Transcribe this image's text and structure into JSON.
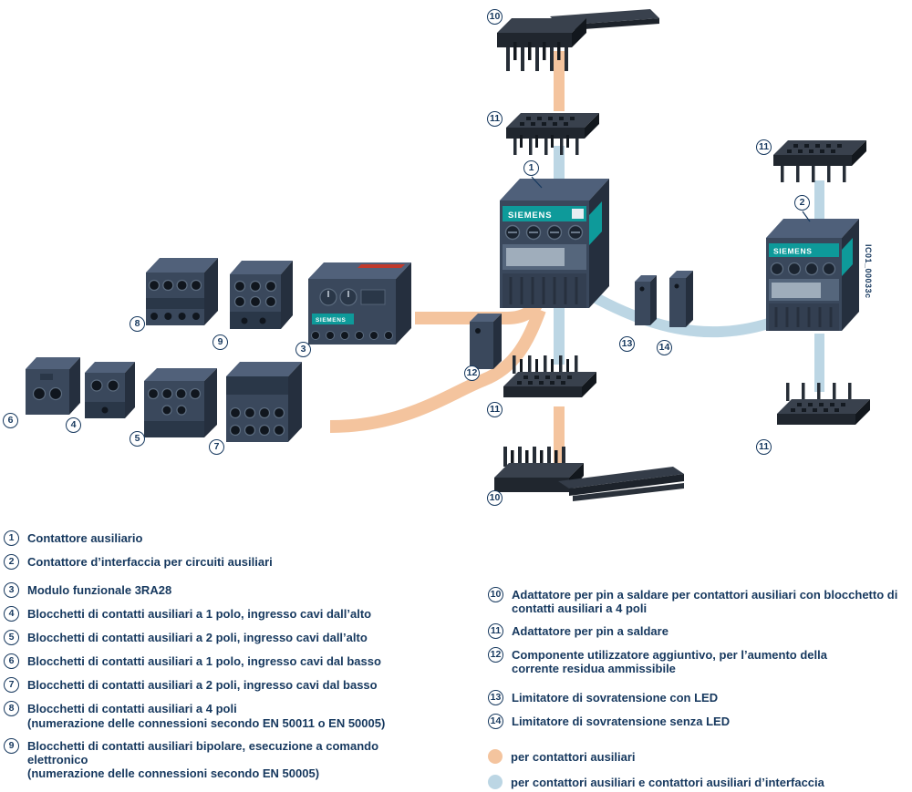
{
  "diagram": {
    "brand": "SIEMENS",
    "watermark": "IC01_00033c",
    "callouts": {
      "c1": "1",
      "c2": "2",
      "c3": "3",
      "c4": "4",
      "c5": "5",
      "c6": "6",
      "c7": "7",
      "c8": "8",
      "c9": "9",
      "c10": "10",
      "c11": "11",
      "c12": "12",
      "c13": "13",
      "c14": "14"
    }
  },
  "legend_left": [
    {
      "num": "1",
      "text": "Contattore ausiliario"
    },
    {
      "num": "2",
      "text": "Contattore d’interfaccia per circuiti ausiliari"
    },
    {
      "num": "3",
      "text": "Modulo funzionale 3RA28"
    },
    {
      "num": "4",
      "text": "Blocchetti di contatti ausiliari a 1 polo, ingresso cavi dall’alto"
    },
    {
      "num": "5",
      "text": "Blocchetti di contatti ausiliari a 2 poli, ingresso cavi dall’alto"
    },
    {
      "num": "6",
      "text": "Blocchetti di contatti ausiliari a 1 polo, ingresso cavi dal basso"
    },
    {
      "num": "7",
      "text": "Blocchetti di contatti ausiliari a 2 poli, ingresso cavi dal basso"
    },
    {
      "num": "8",
      "text": "Blocchetti di contatti ausiliari a 4 poli",
      "line2": "(numerazione delle connessioni secondo EN 50011 o EN 50005)"
    },
    {
      "num": "9",
      "text": "Blocchetti di contatti ausiliari bipolare, esecuzione a comando elettronico",
      "line2": "(numerazione delle connessioni secondo EN 50005)"
    }
  ],
  "legend_right": [
    {
      "num": "10",
      "text": "Adattatore per pin a saldare per contattori ausiliari con blocchetto di contatti ausiliari a 4 poli"
    },
    {
      "num": "11",
      "text": "Adattatore per pin a saldare"
    },
    {
      "num": "12",
      "text": "Componente utilizzatore aggiuntivo, per l’aumento della corrente residua ammissibile"
    },
    {
      "num": "13",
      "text": "Limitatore di sovratensione con LED"
    },
    {
      "num": "14",
      "text": "Limitatore di sovratensione senza LED"
    }
  ],
  "color_legend": [
    {
      "color": "#f4c49e",
      "label": "per contattori ausiliari"
    },
    {
      "color": "#bcd6e4",
      "label": "per contattori ausiliari e contattori ausiliari d’interfaccia"
    }
  ]
}
